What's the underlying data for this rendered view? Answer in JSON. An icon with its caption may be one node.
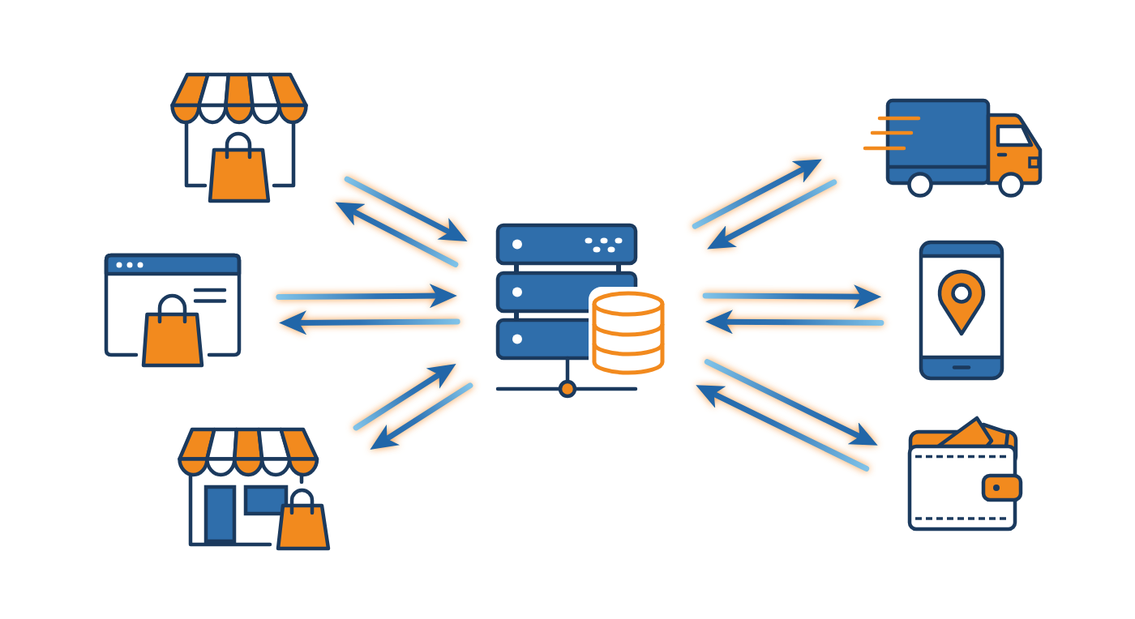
{
  "diagram": {
    "nodes": [
      {
        "text": [],
        "shape": "picture"
      },
      {
        "text": [],
        "shape": "picture"
      },
      {
        "text": [],
        "shape": "picture"
      },
      {
        "text": [],
        "shape": "picture"
      },
      {
        "text": [],
        "shape": "picture"
      },
      {
        "text": [],
        "shape": "picture"
      },
      {
        "text": [],
        "shape": "picture"
      }
    ],
    "edges": [
      {
        "from": 0,
        "to": 3,
        "arrow": "to"
      },
      {
        "from": 3,
        "to": 0,
        "arrow": "to"
      },
      {
        "from": 1,
        "to": 3,
        "arrow": "to"
      },
      {
        "from": 3,
        "to": 1,
        "arrow": "to"
      },
      {
        "from": 2,
        "to": 3,
        "arrow": "to"
      },
      {
        "from": 3,
        "to": 2,
        "arrow": "to"
      },
      {
        "from": 3,
        "to": 4,
        "arrow": "to"
      },
      {
        "from": 4,
        "to": 3,
        "arrow": "to"
      },
      {
        "from": 3,
        "to": 5,
        "arrow": "to"
      },
      {
        "from": 5,
        "to": 3,
        "arrow": "to"
      },
      {
        "from": 3,
        "to": 6,
        "arrow": "to"
      },
      {
        "from": 6,
        "to": 3,
        "arrow": "to"
      }
    ]
  }
}
